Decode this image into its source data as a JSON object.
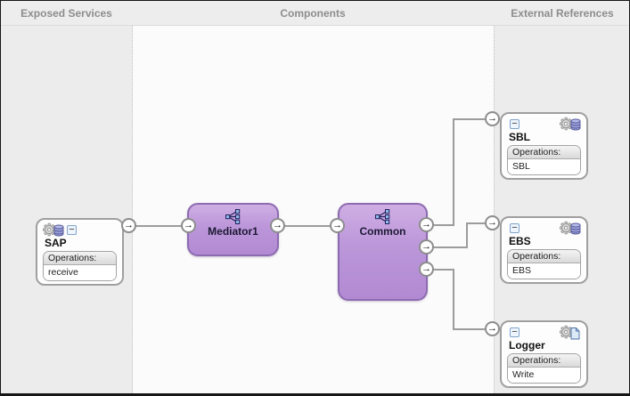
{
  "lanes": {
    "exposed": {
      "title": "Exposed Services",
      "items": [
        {
          "name": "SAP",
          "operations_label": "Operations:",
          "operation": "receive",
          "icon": "gear-database-icon"
        }
      ]
    },
    "components": {
      "title": "Components",
      "items": [
        {
          "name": "Mediator1",
          "icon": "mediator-routing-icon"
        },
        {
          "name": "Common",
          "icon": "mediator-routing-icon"
        }
      ]
    },
    "references": {
      "title": "External References",
      "items": [
        {
          "name": "SBL",
          "operations_label": "Operations:",
          "operation": "SBL",
          "icon": "gear-database-icon"
        },
        {
          "name": "EBS",
          "operations_label": "Operations:",
          "operation": "EBS",
          "icon": "gear-database-icon"
        },
        {
          "name": "Logger",
          "operations_label": "Operations:",
          "operation": "Write",
          "icon": "gear-document-icon"
        }
      ]
    }
  },
  "connections": [
    {
      "from": "SAP",
      "to": "Mediator1"
    },
    {
      "from": "Mediator1",
      "to": "Common"
    },
    {
      "from": "Common",
      "to": "SBL"
    },
    {
      "from": "Common",
      "to": "EBS"
    },
    {
      "from": "Common",
      "to": "Logger"
    }
  ],
  "glyphs": {
    "port_arrow": "→",
    "collapse": "−"
  },
  "colors": {
    "component_fill": "#b791d6",
    "component_border": "#8d6bb1",
    "wire": "#9c9c9c",
    "lane_bg": "#ececec",
    "canvas_bg": "#fbfbfb",
    "header_text": "#8d8d8d"
  }
}
